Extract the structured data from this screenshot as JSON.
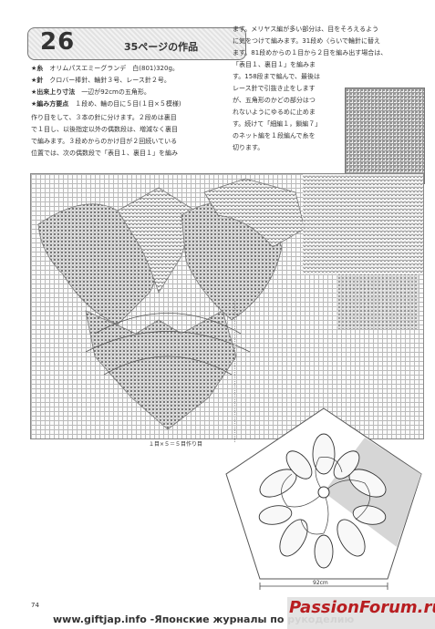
{
  "header": {
    "number": "26",
    "page_ref": "35ページの作品"
  },
  "specs": [
    {
      "key": "★糸",
      "value": "オリムパスエミーグランデ　白(801)320g。"
    },
    {
      "key": "★針",
      "value": "クロバー棒針、輪針３号、レース針２号。"
    },
    {
      "key": "★出来上り寸法",
      "value": "一辺が92cmの五角形。"
    },
    {
      "key": "★編み方要点",
      "value": "１段め、輪の目に５目(１目×５模様)"
    }
  ],
  "instructions_left": "作り目をして、３本の針に分けます。２段めは裏目\nで１目し、以後指定以外の偶数段は、増減なく裏目\nで編みます。３段めからのかけ目が２回続いている\n位置では、次の偶数段で「表目１、裏目１」を編み",
  "instructions_right": "ます。メリヤス編が多い部分は、目をそろえるよう\nに気をつけて編みます。31段め〈らいで輪針に替え\nます。81段めからの１目から２目を編み出す場合は、\n「表目１、裏目１」を編みま\nす。158段まで編んで、最後は\nレース針で引抜き止をします\nが、五角形のかどの部分はつ\nれないようにゆるめに止めま\nす。続けて「細編１，鎖編７」\nのネット編を１段編んで糸を\n切ります。",
  "chart_caption": "１目×５＝５目作り目",
  "diagram_label": "92cm",
  "page_number": "74",
  "footer_url": "www.giftjap.info -Японские журналы по рукоделию",
  "watermark": "PassionForum.ru"
}
